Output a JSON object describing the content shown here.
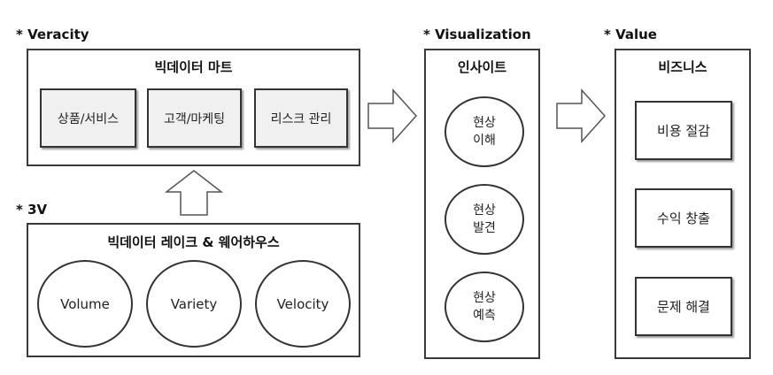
{
  "sections": {
    "veracity_label": "* Veracity",
    "visualization_label": "* Visualization",
    "value_label": "* Value",
    "threev_label": "* 3V"
  },
  "mart": {
    "title": "빅데이터 마트",
    "items": [
      "상품/서비스",
      "고객/마케팅",
      "리스크 관리"
    ]
  },
  "lake": {
    "title": "빅데이터 레이크 & 웨어하우스",
    "items": [
      "Volume",
      "Variety",
      "Velocity"
    ]
  },
  "insight": {
    "title": "인사이트",
    "items": [
      {
        "line1": "현상",
        "line2": "이해"
      },
      {
        "line1": "현상",
        "line2": "발견"
      },
      {
        "line1": "현상",
        "line2": "예측"
      }
    ]
  },
  "business": {
    "title": "비즈니스",
    "items": [
      "비용 절감",
      "수익 창출",
      "문제 해결"
    ]
  },
  "arrows": [
    "up-arrow",
    "right-arrow",
    "right-arrow"
  ]
}
